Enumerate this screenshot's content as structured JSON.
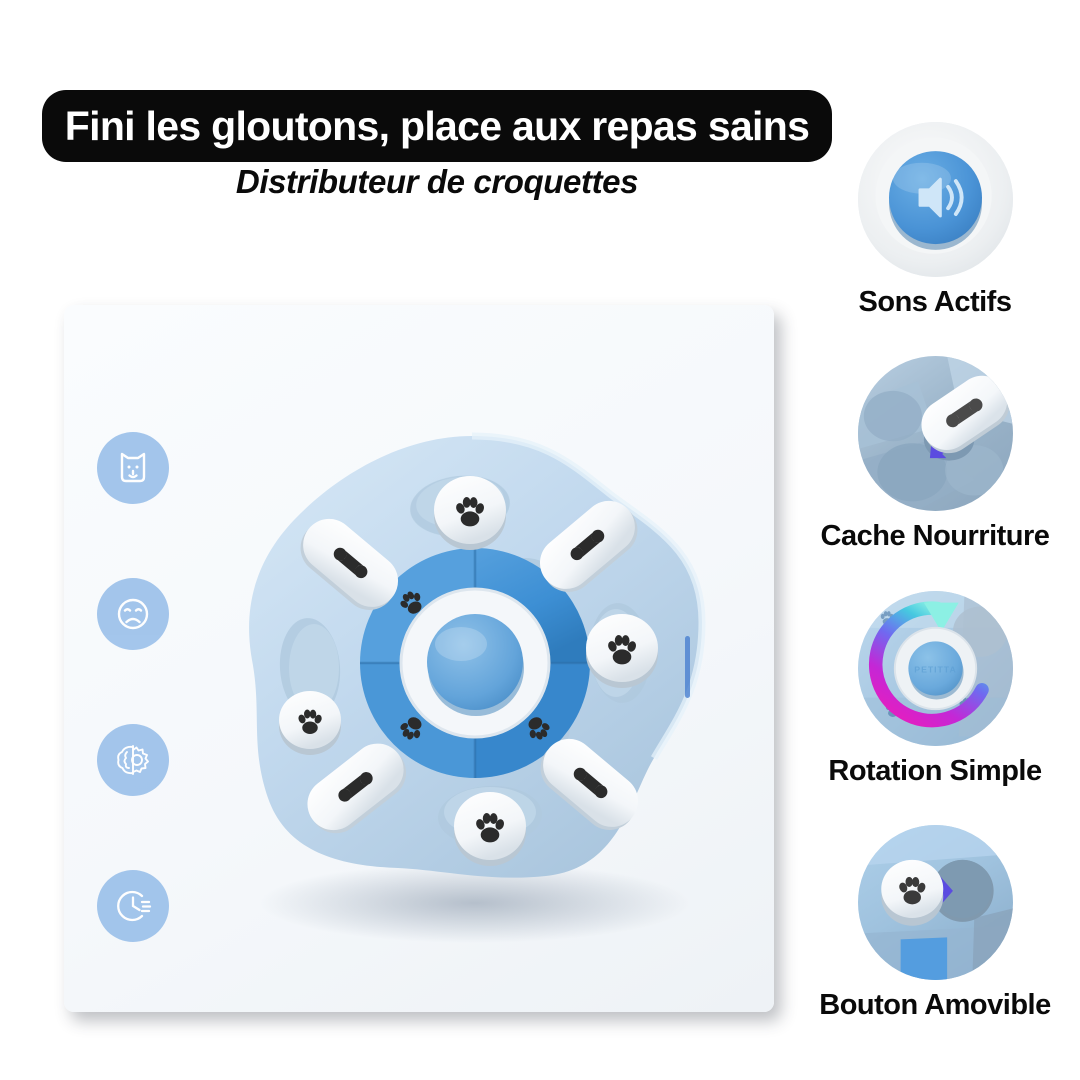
{
  "headline": {
    "text": "Fini les gloutons, place aux repas sains",
    "background": "#0a0a0a",
    "color": "#ffffff"
  },
  "subtitle": {
    "text": "Distributeur de croquettes",
    "color": "#0a0a0a"
  },
  "palette": {
    "page_background": "#ffffff",
    "panel_background": "#f5f8fb",
    "badge_blue": "#9cc1ea",
    "product_body_blue": "#c3daee",
    "product_center_blue": "#3d8fd4",
    "accent_magenta": "#e020c0",
    "accent_cyan": "#7fe8e0",
    "arrow_purple": "#5b4be0"
  },
  "product": {
    "name": "dog-puzzle-feeder",
    "bone_slider_count": 4,
    "paw_cap_count": 4,
    "center_knob": "rotating-disc"
  },
  "benefit_icons": [
    {
      "id": "dog-face-icon",
      "label": "dog-face"
    },
    {
      "id": "sad-face-icon",
      "label": "sad-face"
    },
    {
      "id": "brain-gear-icon",
      "label": "brain-gear"
    },
    {
      "id": "clock-speed-icon",
      "label": "clock-speed"
    }
  ],
  "features": [
    {
      "id": "sons-actifs",
      "label": "Sons Actifs",
      "icon": "speaker-icon",
      "thumb": "blue-button-with-speaker"
    },
    {
      "id": "cache-nourriture",
      "label": "Cache Nourriture",
      "icon": "bone-slider-icon",
      "thumb": "bone-slider-covering-well"
    },
    {
      "id": "rotation-simple",
      "label": "Rotation Simple",
      "icon": "rotation-arrow-icon",
      "thumb": "gradient-rotation-arc"
    },
    {
      "id": "bouton-amovible",
      "label": "Bouton Amovible",
      "icon": "paw-cap-icon",
      "thumb": "removable-paw-cap-with-arrow"
    }
  ]
}
